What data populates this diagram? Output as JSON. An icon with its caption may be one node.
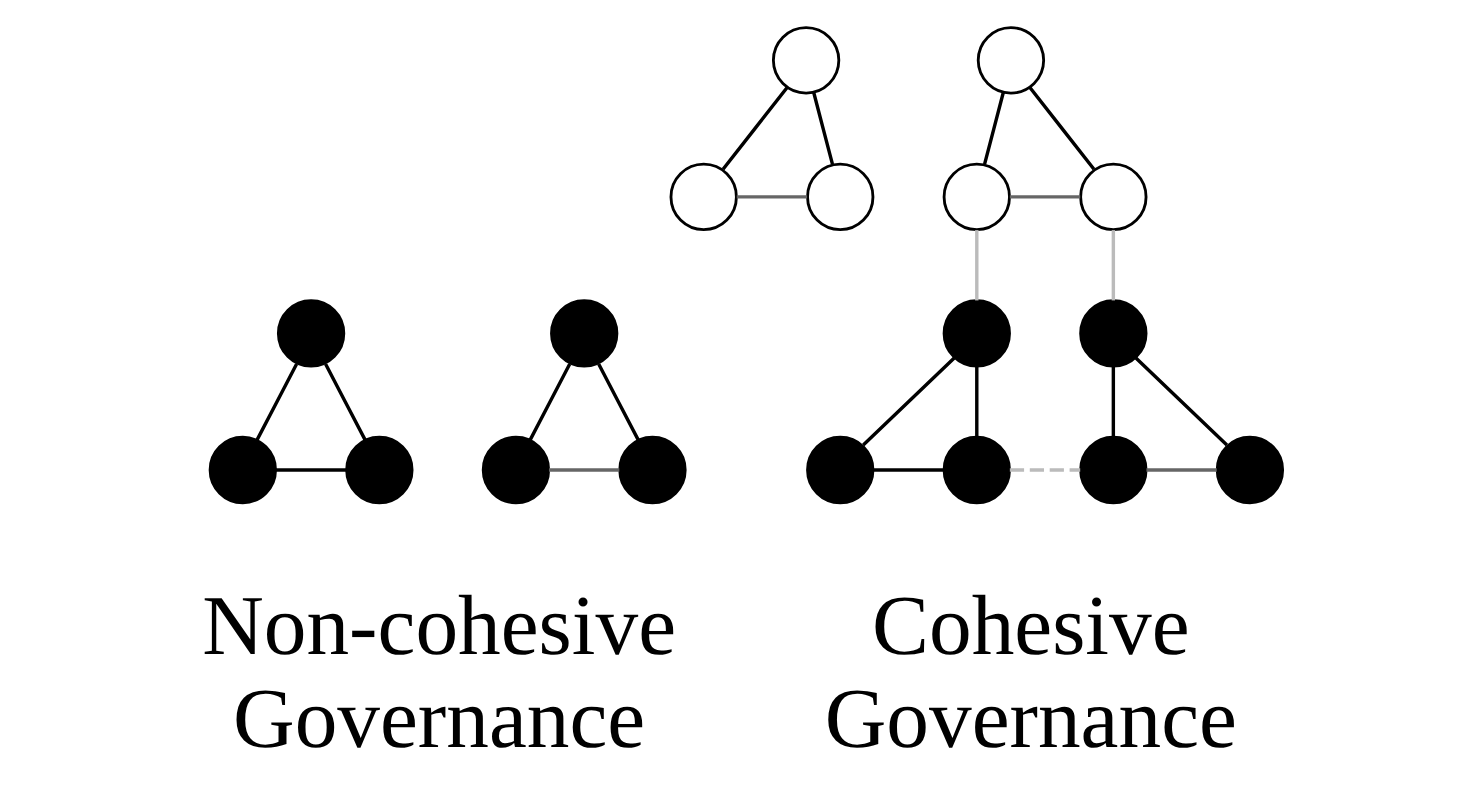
{
  "diagram": {
    "nodes": [
      {
        "text": [],
        "shape": "circle"
      },
      {
        "text": [],
        "shape": "circle"
      },
      {
        "text": [],
        "shape": "circle"
      },
      {
        "text": [],
        "shape": "circle"
      },
      {
        "text": [],
        "shape": "circle"
      },
      {
        "text": [],
        "shape": "circle"
      },
      {
        "text": [],
        "shape": "circle"
      },
      {
        "text": [],
        "shape": "circle"
      },
      {
        "text": [],
        "shape": "circle"
      },
      {
        "text": [],
        "shape": "circle"
      },
      {
        "text": [],
        "shape": "circle"
      },
      {
        "text": [],
        "shape": "circle"
      },
      {
        "text": [],
        "shape": "circle"
      },
      {
        "text": [],
        "shape": "circle"
      },
      {
        "text": [],
        "shape": "circle"
      },
      {
        "text": [],
        "shape": "circle"
      },
      {
        "text": [],
        "shape": "circle"
      },
      {
        "text": [],
        "shape": "circle"
      }
    ],
    "edges": [
      {
        "from": 0,
        "to": 1,
        "arrow": "none"
      },
      {
        "from": 0,
        "to": 2,
        "arrow": "none"
      },
      {
        "from": 1,
        "to": 2,
        "arrow": "none",
        "color": "#666666"
      },
      {
        "from": 3,
        "to": 4,
        "arrow": "none"
      },
      {
        "from": 3,
        "to": 5,
        "arrow": "none"
      },
      {
        "from": 4,
        "to": 5,
        "arrow": "none"
      },
      {
        "from": 6,
        "to": 7,
        "arrow": "none"
      },
      {
        "from": 6,
        "to": 8,
        "arrow": "none"
      },
      {
        "from": 7,
        "to": 8,
        "arrow": "none",
        "color": "#666666"
      },
      {
        "from": 9,
        "to": 10,
        "arrow": "none"
      },
      {
        "from": 9,
        "to": 11,
        "arrow": "none"
      },
      {
        "from": 10,
        "to": 11,
        "arrow": "none",
        "color": "#666666"
      },
      {
        "from": 12,
        "to": 13,
        "arrow": "none"
      },
      {
        "from": 12,
        "to": 14,
        "arrow": "none"
      },
      {
        "from": 13,
        "to": 14,
        "arrow": "none"
      },
      {
        "from": 15,
        "to": 16,
        "arrow": "none"
      },
      {
        "from": 15,
        "to": 17,
        "arrow": "none"
      },
      {
        "from": 16,
        "to": 17,
        "arrow": "none",
        "color": "#666666"
      },
      {
        "from": 10,
        "to": 12,
        "arrow": "none",
        "color": "#bbbbbb"
      },
      {
        "from": 11,
        "to": 15,
        "arrow": "none",
        "color": "#bbbbbb"
      },
      {
        "from": 14,
        "to": 16,
        "arrow": "none",
        "style": "dashed",
        "color": "#bbbbbb"
      }
    ],
    "labels": [
      "Non-cohesive Governance",
      "Cohesive Governance"
    ]
  }
}
